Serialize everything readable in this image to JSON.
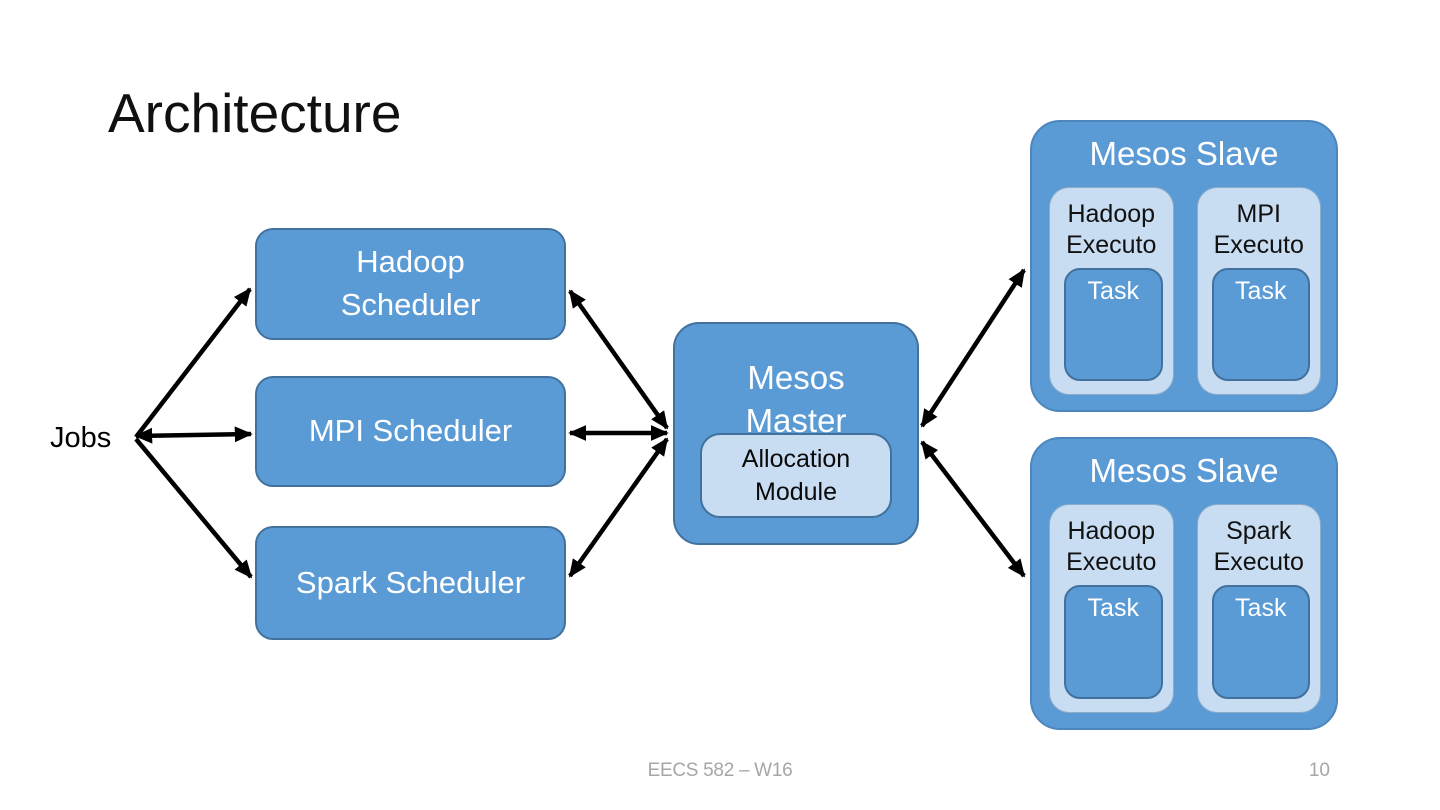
{
  "slide": {
    "title": "Architecture",
    "footer": "EECS 582 – W16",
    "page_number": "10"
  },
  "diagram": {
    "jobs_label": "Jobs",
    "schedulers": [
      {
        "label": "Hadoop\nScheduler"
      },
      {
        "label": "MPI Scheduler"
      },
      {
        "label": "Spark Scheduler"
      }
    ],
    "master": {
      "title": "Mesos\nMaster",
      "module": "Allocation\nModule"
    },
    "slaves": [
      {
        "title": "Mesos Slave",
        "executors": [
          {
            "name": "Hadoop\nExecuto",
            "task": "Task"
          },
          {
            "name": "MPI\nExecuto",
            "task": "Task"
          }
        ]
      },
      {
        "title": "Mesos Slave",
        "executors": [
          {
            "name": "Hadoop\nExecuto",
            "task": "Task"
          },
          {
            "name": "Spark\nExecuto",
            "task": "Task"
          }
        ]
      }
    ],
    "connections": [
      {
        "from": "jobs",
        "to": "hadoop-scheduler",
        "bidirectional": false
      },
      {
        "from": "jobs",
        "to": "mpi-scheduler",
        "bidirectional": true
      },
      {
        "from": "jobs",
        "to": "spark-scheduler",
        "bidirectional": false
      },
      {
        "from": "hadoop-scheduler",
        "to": "mesos-master",
        "bidirectional": true
      },
      {
        "from": "mpi-scheduler",
        "to": "mesos-master",
        "bidirectional": true
      },
      {
        "from": "spark-scheduler",
        "to": "mesos-master",
        "bidirectional": true
      },
      {
        "from": "mesos-master",
        "to": "mesos-slave-top",
        "bidirectional": true
      },
      {
        "from": "mesos-master",
        "to": "mesos-slave-bottom",
        "bidirectional": true
      }
    ],
    "colors": {
      "node_fill": "#5b9bd5",
      "node_border": "#41719c",
      "light_fill": "#c8dcf2",
      "text_on_blue": "#ffffff",
      "arrow": "#000000",
      "footer_text": "#a6a6a6"
    }
  }
}
